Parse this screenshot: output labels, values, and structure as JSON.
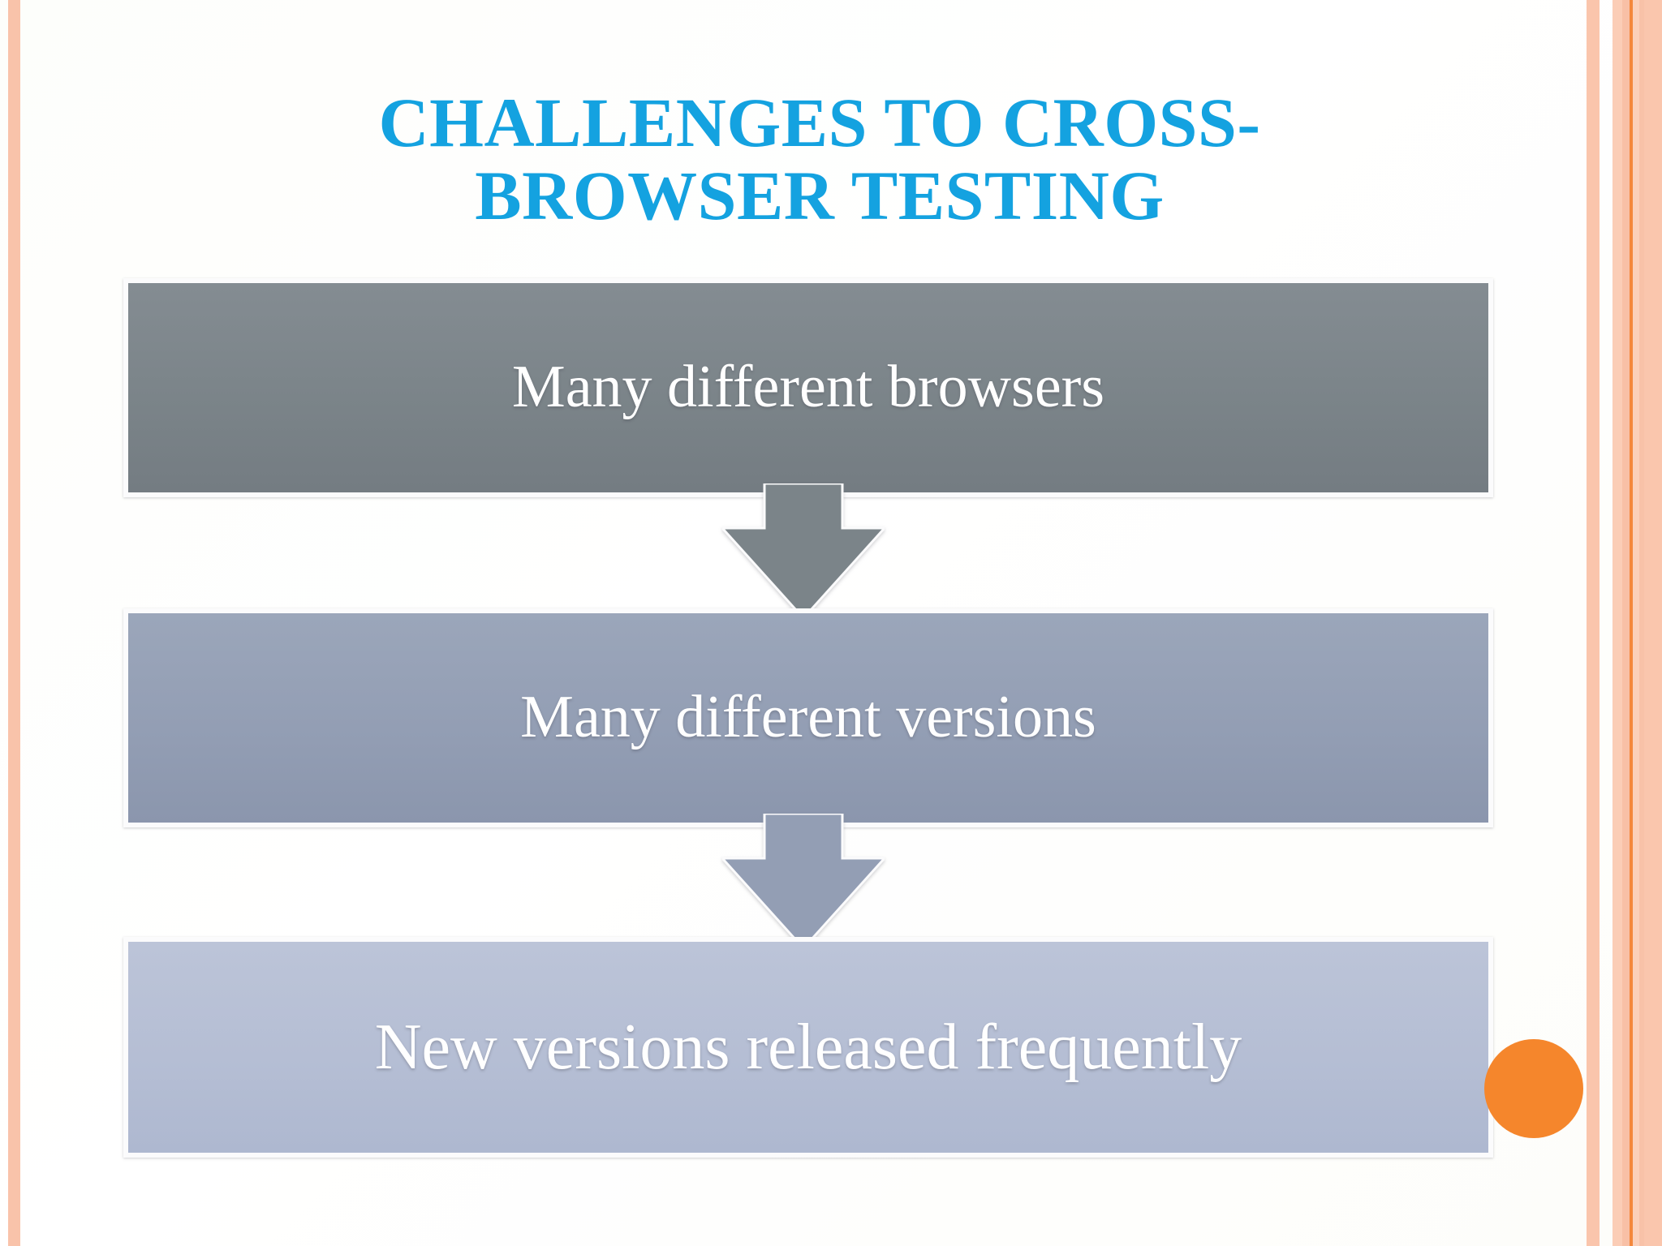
{
  "slide": {
    "title_lines": [
      "CHALLENGES TO CROSS-",
      "BROWSER TESTING"
    ],
    "title_color": "#14a2e0",
    "background_color": "#fdfefb"
  },
  "process": {
    "steps": [
      {
        "label": "Many different browsers",
        "fill": "#7b8489"
      },
      {
        "label": "Many different versions",
        "fill": "#939eb4"
      },
      {
        "label": "New versions released frequently",
        "fill": "#b5bed4"
      }
    ],
    "connectors": [
      {
        "name": "down-arrow-1",
        "fill": "#7b8489"
      },
      {
        "name": "down-arrow-2",
        "fill": "#939eb4"
      }
    ],
    "label_color": "#ffffff"
  },
  "decor": {
    "accent_dot_color": "#f5862c",
    "edge_stripe_colors": [
      "#f9c3aa",
      "#fac5ac",
      "#fbcdb6",
      "#f8c0a6",
      "#f4883c",
      "#fbd0ba",
      "#f8c2a8",
      "#fac6ad"
    ]
  }
}
